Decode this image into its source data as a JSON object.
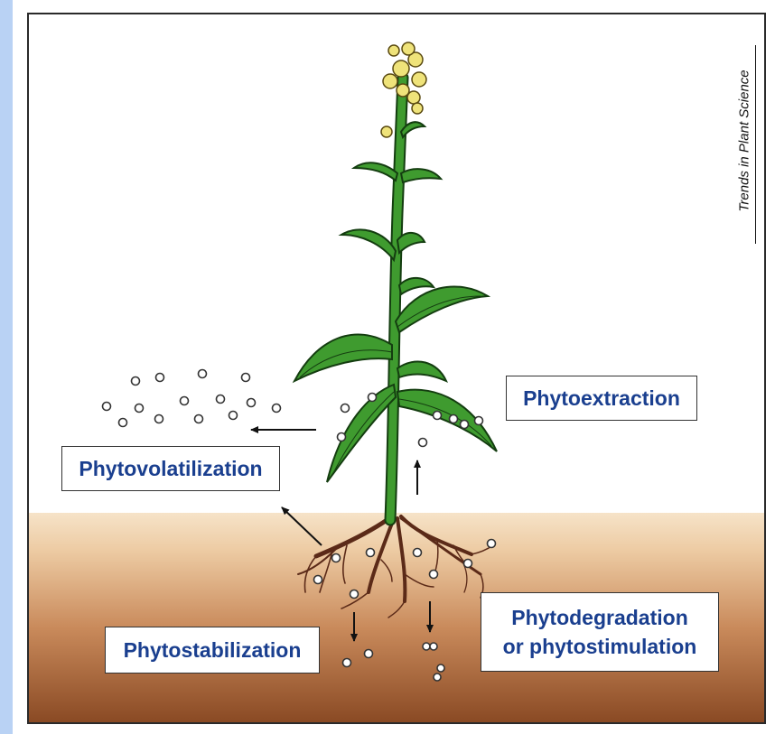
{
  "labels": {
    "extraction": "Phytoextraction",
    "volatilization": "Phytovolatilization",
    "stabilization": "Phytostabilization",
    "degradation_line1": "Phytodegradation",
    "degradation_line2": "or phytostimulation"
  },
  "source_credit": "Trends in Plant Science",
  "colors": {
    "label_text": "#1a3f8f",
    "leaf_fill": "#3f9b2f",
    "leaf_outline": "#143d10",
    "soil_top": "#f6e3c8",
    "soil_bottom": "#8a4a24",
    "root": "#5b2a18",
    "flower": "#efe37a",
    "side_bar": "#b9d2f4"
  }
}
